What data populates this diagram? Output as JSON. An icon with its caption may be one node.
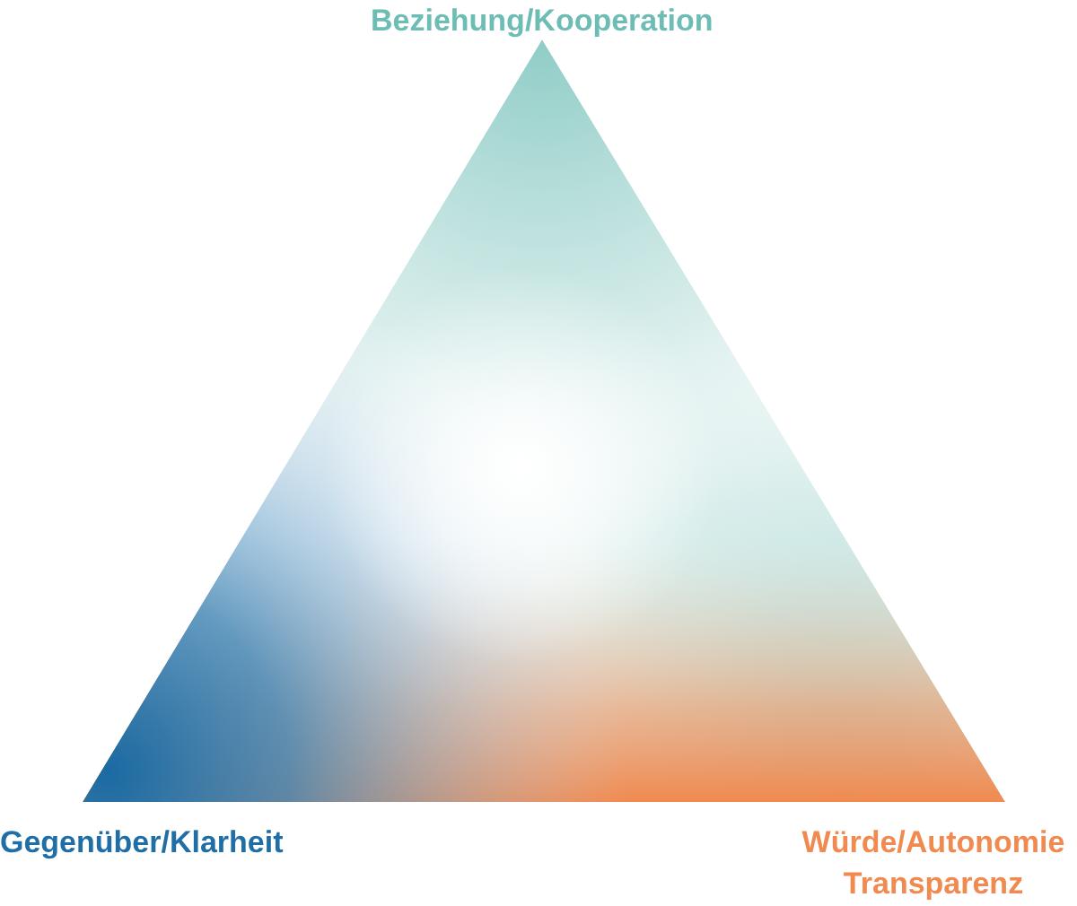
{
  "diagram": {
    "labels": [
      "Beziehung/Kooperation",
      "Gegenüber/Klarheit",
      "Würde/Autonomie Transparenz"
    ]
  }
}
